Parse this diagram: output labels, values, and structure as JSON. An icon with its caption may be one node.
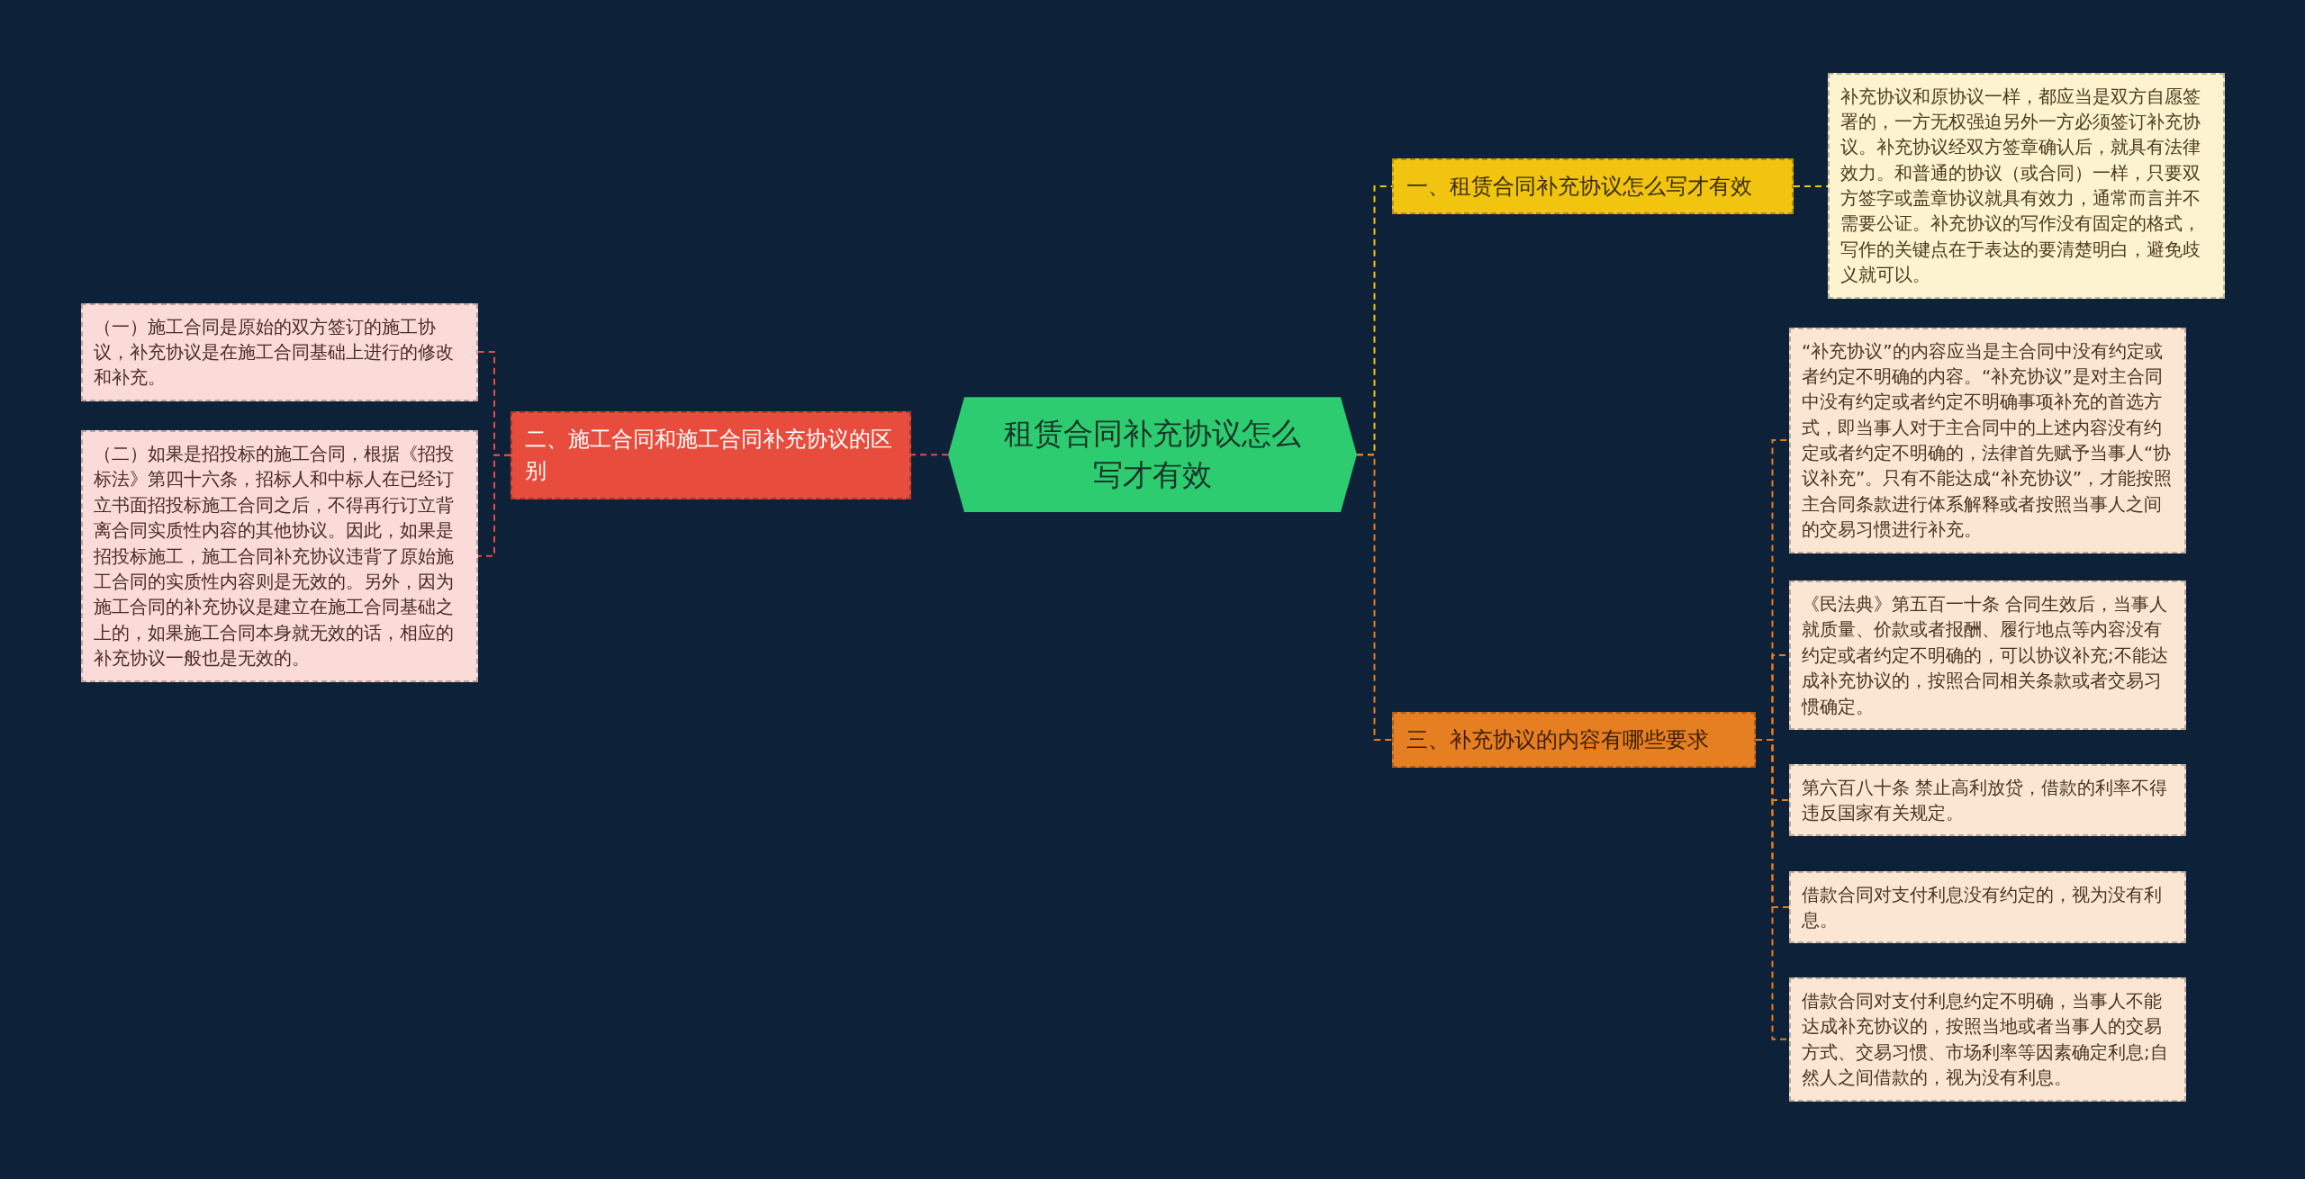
{
  "diagram": {
    "nodes": [
      {
        "text": [
          "租赁合同补充协议怎么写才有效"
        ]
      },
      {
        "text": [
          "一、租赁合同补充协议怎么写才有效"
        ]
      },
      {
        "text": [
          "补充协议和原协议一样，都应当是双方自愿签署的，一方无权强迫另外一方必须签订补充协议。补充协议经双方签章确认后，就具有法律效力。和普通的协议（或合同）一样，只要双方签字或盖章协议就具有效力，通常而言并不需要公证。补充协议的写作没有固定的格式，写作的关键点在于表达的要清楚明白，避免歧义就可以。"
        ]
      },
      {
        "text": [
          "二、施工合同和施工合同补充协议的区别"
        ]
      },
      {
        "text": [
          "（一）施工合同是原始的双方签订的施工协议，补充协议是在施工合同基础上进行的修改和补充。"
        ]
      },
      {
        "text": [
          "（二）如果是招投标的施工合同，根据《招投标法》第四十六条，招标人和中标人在已经订立书面招投标施工合同之后，不得再行订立背离合同实质性内容的其他协议。因此，如果是招投标施工，施工合同补充协议违背了原始施工合同的实质性内容则是无效的。另外，因为施工合同的补充协议是建立在施工合同基础之上的，如果施工合同本身就无效的话，相应的补充协议一般也是无效的。"
        ]
      },
      {
        "text": [
          "三、补充协议的内容有哪些要求"
        ]
      },
      {
        "text": [
          "“补充协议”的内容应当是主合同中没有约定或者约定不明确的内容。“补充协议”是对主合同中没有约定或者约定不明确事项补充的首选方式，即当事人对于主合同中的上述内容没有约定或者约定不明确的，法律首先赋予当事人“协议补充”。只有不能达成“补充协议”，才能按照主合同条款进行体系解释或者按照当事人之间的交易习惯进行补充。"
        ]
      },
      {
        "text": [
          "《民法典》第五百一十条 合同生效后，当事人就质量、价款或者报酬、履行地点等内容没有约定或者约定不明确的，可以协议补充;不能达成补充协议的，按照合同相关条款或者交易习惯确定。"
        ]
      },
      {
        "text": [
          "第六百八十条 禁止高利放贷，借款的利率不得违反国家有关规定。"
        ]
      },
      {
        "text": [
          "借款合同对支付利息没有约定的，视为没有利息。"
        ]
      },
      {
        "text": [
          "借款合同对支付利息约定不明确，当事人不能达成补充协议的，按照当地或者当事人的交易方式、交易习惯、市场利率等因素确定利息;自然人之间借款的，视为没有利息。"
        ]
      }
    ],
    "edges": [
      {
        "from": 0,
        "to": 1,
        "arrow": "none",
        "style": "dashed",
        "color": "#f1c40f"
      },
      {
        "from": 1,
        "to": 2,
        "arrow": "none",
        "style": "dashed",
        "color": "#f1c40f"
      },
      {
        "from": 0,
        "to": 3,
        "arrow": "none",
        "style": "dashed",
        "color": "#e74c3c"
      },
      {
        "from": 3,
        "to": 4,
        "arrow": "none",
        "style": "dashed",
        "color": "#e74c3c"
      },
      {
        "from": 3,
        "to": 5,
        "arrow": "none",
        "style": "dashed",
        "color": "#e74c3c"
      },
      {
        "from": 0,
        "to": 6,
        "arrow": "none",
        "style": "dashed"
      },
      {
        "from": 6,
        "to": 7,
        "arrow": "none",
        "style": "dashed"
      },
      {
        "from": 6,
        "to": 8,
        "arrow": "none",
        "style": "dashed"
      },
      {
        "from": 6,
        "to": 9,
        "arrow": "none",
        "style": "dashed"
      },
      {
        "from": 6,
        "to": 10,
        "arrow": "none",
        "style": "dashed"
      },
      {
        "from": 6,
        "to": 11,
        "arrow": "none",
        "style": "dashed"
      }
    ]
  }
}
